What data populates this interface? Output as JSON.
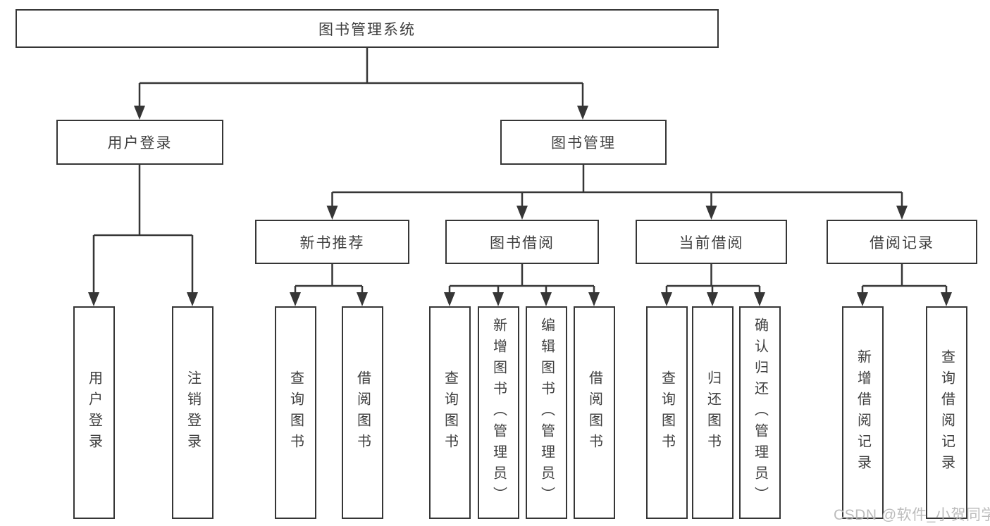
{
  "colors": {
    "line": "#363636",
    "box_border": "#363636",
    "text": "#3f3f3f",
    "watermark": "#b3b3b3",
    "background": "#ffffff"
  },
  "watermark": {
    "text": "CSDN @软件_小贺同学"
  },
  "tree": {
    "root": {
      "label": "图书管理系统",
      "children": [
        {
          "label": "用户登录",
          "children": [
            {
              "label": "用户登录"
            },
            {
              "label": "注销登录"
            }
          ]
        },
        {
          "label": "图书管理",
          "children": [
            {
              "label": "新书推荐",
              "children": [
                {
                  "label": "查询图书"
                },
                {
                  "label": "借阅图书"
                }
              ]
            },
            {
              "label": "图书借阅",
              "children": [
                {
                  "label": "查询图书"
                },
                {
                  "label": "新增图书（管理员）"
                },
                {
                  "label": "编辑图书（管理员）"
                },
                {
                  "label": "借阅图书"
                }
              ]
            },
            {
              "label": "当前借阅",
              "children": [
                {
                  "label": "查询图书"
                },
                {
                  "label": "归还图书"
                },
                {
                  "label": "确认归还（管理员）"
                }
              ]
            },
            {
              "label": "借阅记录",
              "children": [
                {
                  "label": "新增借阅记录"
                },
                {
                  "label": "查询借阅记录"
                }
              ]
            }
          ]
        }
      ]
    }
  }
}
